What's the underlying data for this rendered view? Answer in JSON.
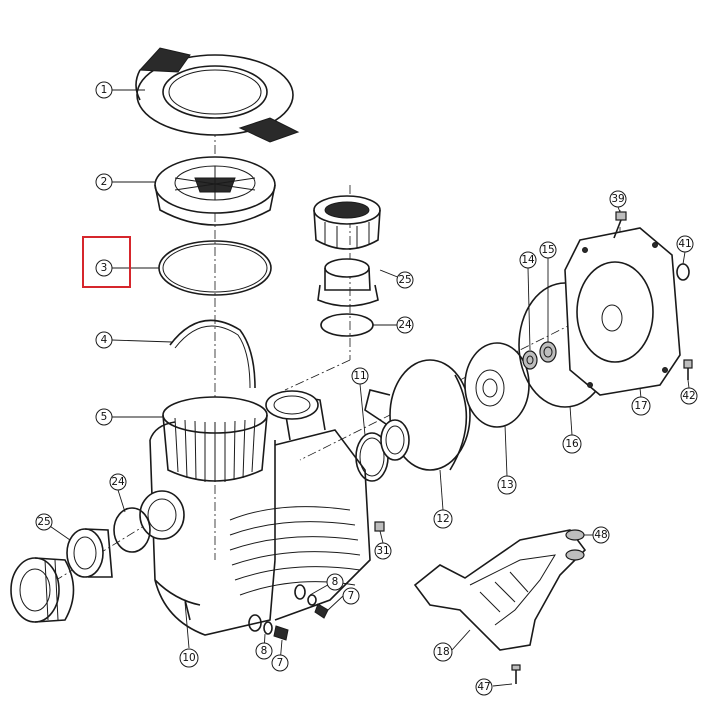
{
  "diagram": {
    "highlight_color": "#d6262c",
    "line_color": "#1a1a1a",
    "highlighted_part": "3",
    "callouts": [
      "1",
      "2",
      "3",
      "4",
      "5",
      "7",
      "7",
      "8",
      "8",
      "10",
      "11",
      "12",
      "13",
      "14",
      "15",
      "16",
      "17",
      "18",
      "24",
      "24",
      "25",
      "25",
      "31",
      "39",
      "41",
      "42",
      "47",
      "48"
    ]
  }
}
